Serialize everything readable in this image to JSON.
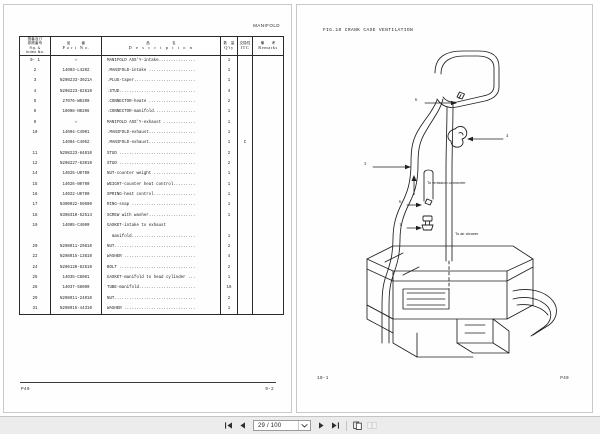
{
  "viewer": {
    "toolbar": {
      "first_page_label": "First page",
      "prev_page_label": "Previous page",
      "next_page_label": "Next page",
      "last_page_label": "Last page",
      "page_indicator": "29 / 100",
      "caret_label": "▾",
      "single_page_label": "Single page view",
      "two_page_label": "Two page view"
    }
  },
  "left_page": {
    "corner_title": "MANIFOLD",
    "table": {
      "headers": [
        {
          "jp": "図番及び\n参照番号",
          "sub": "Fig. &\nIndex No.",
          "en": ""
        },
        {
          "jp": "品　　　番",
          "en": "P a r t   N o."
        },
        {
          "jp": "品　　　　　　　名",
          "en": "D e s c r i p t i o n"
        },
        {
          "jp": "数　　量",
          "en": "Q ' t y"
        },
        {
          "jp": "交換性",
          "en": "I T C"
        },
        {
          "jp": "備　　　考",
          "en": "Remarks"
        }
      ],
      "rows": [
        {
          "ref": "9- 1",
          "part": "☆",
          "desc": "MANIFOLD ASS'Y-intake...............",
          "qty": "1",
          "itc": "",
          "rem": ""
        },
        {
          "ref": "2",
          "part": "14003-L4202",
          "desc": ".MANIFOLD-intake ...................",
          "qty": "1",
          "itc": "",
          "rem": ""
        },
        {
          "ref": "3",
          "part": "N208233-3021A",
          "desc": ".PLUG-taper.........................",
          "qty": "1",
          "itc": "",
          "rem": ""
        },
        {
          "ref": "4",
          "part": "N208223-82810",
          "desc": ".STUD...............................",
          "qty": "4",
          "itc": "",
          "rem": ""
        },
        {
          "ref": "5",
          "part": "27076-W0200",
          "desc": ".CONNECTOR-heate ...................",
          "qty": "2",
          "itc": "",
          "rem": ""
        },
        {
          "ref": "6",
          "part": "16008-N0206",
          "desc": ".CONNECTOR-manifold.................",
          "qty": "1",
          "itc": "",
          "rem": ""
        },
        {
          "ref": "9",
          "part": "☆",
          "desc": "MANIFOLD ASS'Y-exhaust .............",
          "qty": "1",
          "itc": "",
          "rem": ""
        },
        {
          "ref": "10",
          "part": "14004-C4001",
          "desc": ".MANIFOLD-exhaust...................",
          "qty": "1",
          "itc": "",
          "rem": ""
        },
        {
          "ref": "",
          "part": "14004-C4052",
          "desc": ".MANIFOLD-exhaust...................",
          "qty": "1",
          "itc": "C",
          "rem": ""
        },
        {
          "ref": "11",
          "part": "N208223-84010",
          "desc": "STUD ...............................",
          "qty": "2",
          "itc": "",
          "rem": ""
        },
        {
          "ref": "12",
          "part": "N208227-63010",
          "desc": "STUD ...............................",
          "qty": "2",
          "itc": "",
          "rem": ""
        },
        {
          "ref": "14",
          "part": "14025-U0700",
          "desc": "NUT-counter weight .................",
          "qty": "1",
          "itc": "",
          "rem": ""
        },
        {
          "ref": "15",
          "part": "14026-N0700",
          "desc": "WEIGHT-counter heat control.........",
          "qty": "1",
          "itc": "",
          "rem": ""
        },
        {
          "ref": "16",
          "part": "14022-U0700",
          "desc": "SPRING-heat control.................",
          "qty": "1",
          "itc": "",
          "rem": ""
        },
        {
          "ref": "17",
          "part": "N300022-50600",
          "desc": "RING-snap ..........................",
          "qty": "1",
          "itc": "",
          "rem": ""
        },
        {
          "ref": "18",
          "part": "N308310-52514",
          "desc": "SCREW with washer...................",
          "qty": "1",
          "itc": "",
          "rem": ""
        },
        {
          "ref": "19",
          "part": "14005-C4000",
          "desc": "GASKET-intake to exhaust",
          "qty": "",
          "itc": "",
          "rem": ""
        },
        {
          "ref": "",
          "part": "",
          "desc": "  manifold..........................",
          "qty": "1",
          "itc": "",
          "rem": ""
        },
        {
          "ref": "20",
          "part": "N208911-20810",
          "desc": "NUT.................................",
          "qty": "2",
          "itc": "",
          "rem": ""
        },
        {
          "ref": "22",
          "part": "N208915-13810",
          "desc": "WASHER .............................",
          "qty": "4",
          "itc": "",
          "rem": ""
        },
        {
          "ref": "24",
          "part": "N206120-82510",
          "desc": "BOLT ...............................",
          "qty": "2",
          "itc": "",
          "rem": ""
        },
        {
          "ref": "25",
          "part": "14035-C8001",
          "desc": "GASKET-manifold to head cylinder ...",
          "qty": "1",
          "itc": "",
          "rem": ""
        },
        {
          "ref": "26",
          "part": "14037-58000",
          "desc": "TUBE-manifold.......................",
          "qty": "16",
          "itc": "",
          "rem": ""
        },
        {
          "ref": "29",
          "part": "N208911-24010",
          "desc": "NUT.................................",
          "qty": "2",
          "itc": "",
          "rem": ""
        },
        {
          "ref": "31",
          "part": "N208915-44310",
          "desc": "WASHER .............................",
          "qty": "1",
          "itc": "",
          "rem": ""
        }
      ]
    },
    "footer_left": "P40",
    "footer_right": "9-2"
  },
  "right_page": {
    "figure_title": "FIG.10 CRANK CASE VENTILATION",
    "callouts": [
      {
        "id": "6-top",
        "label": "6"
      },
      {
        "id": "4-right",
        "label": "4"
      },
      {
        "id": "3-left",
        "label": "3"
      },
      {
        "id": "6-lower",
        "label": "6"
      },
      {
        "id": "1-lower",
        "label": "1"
      }
    ],
    "annotations": [
      {
        "id": "emission",
        "text": "To emission connecter"
      },
      {
        "id": "aircleaner",
        "text": "To air cleaner"
      }
    ],
    "footer_left": "10-1",
    "footer_right": "P40"
  }
}
